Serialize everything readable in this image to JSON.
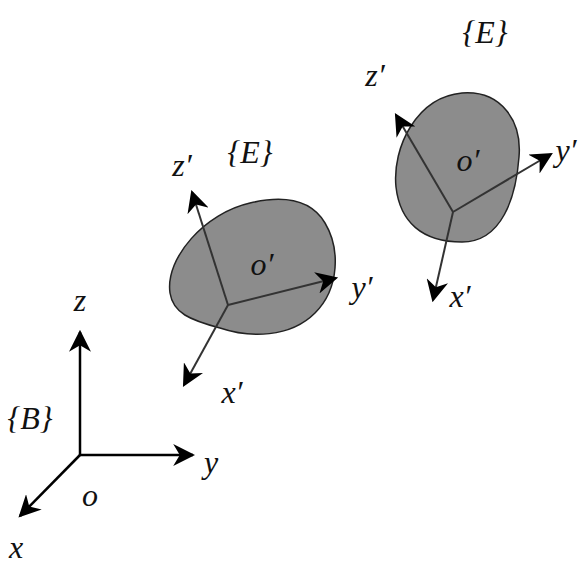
{
  "diagram": {
    "nodes": [
      {
        "text": [
          "{E}",
          "o′"
        ]
      },
      {
        "text": [
          "{E}",
          "o′"
        ]
      }
    ],
    "labels": [
      "{B}",
      "o",
      "x",
      "y",
      "z",
      "x′",
      "y′",
      "z′",
      "x′",
      "y′",
      "z′"
    ]
  }
}
